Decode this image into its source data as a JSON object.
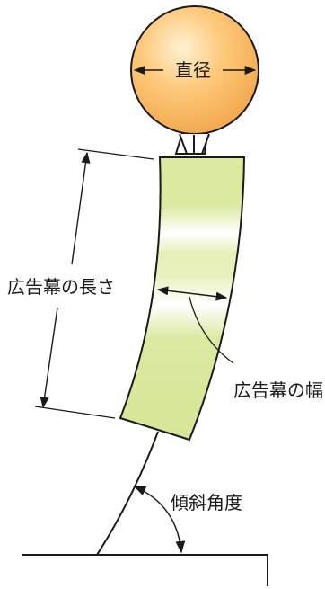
{
  "labels": {
    "diameter": "直径",
    "banner_length": "広告幕の長さ",
    "banner_width": "広告幕の幅",
    "tilt_angle": "傾斜角度"
  },
  "colors": {
    "balloon_light": "#FFF1D2",
    "balloon_mid": "#FDC97A",
    "balloon_dark": "#F2A54A",
    "banner_green": "#DCE9A1",
    "banner_highlight": "#FFFFFF",
    "line": "#1a1a1a"
  }
}
